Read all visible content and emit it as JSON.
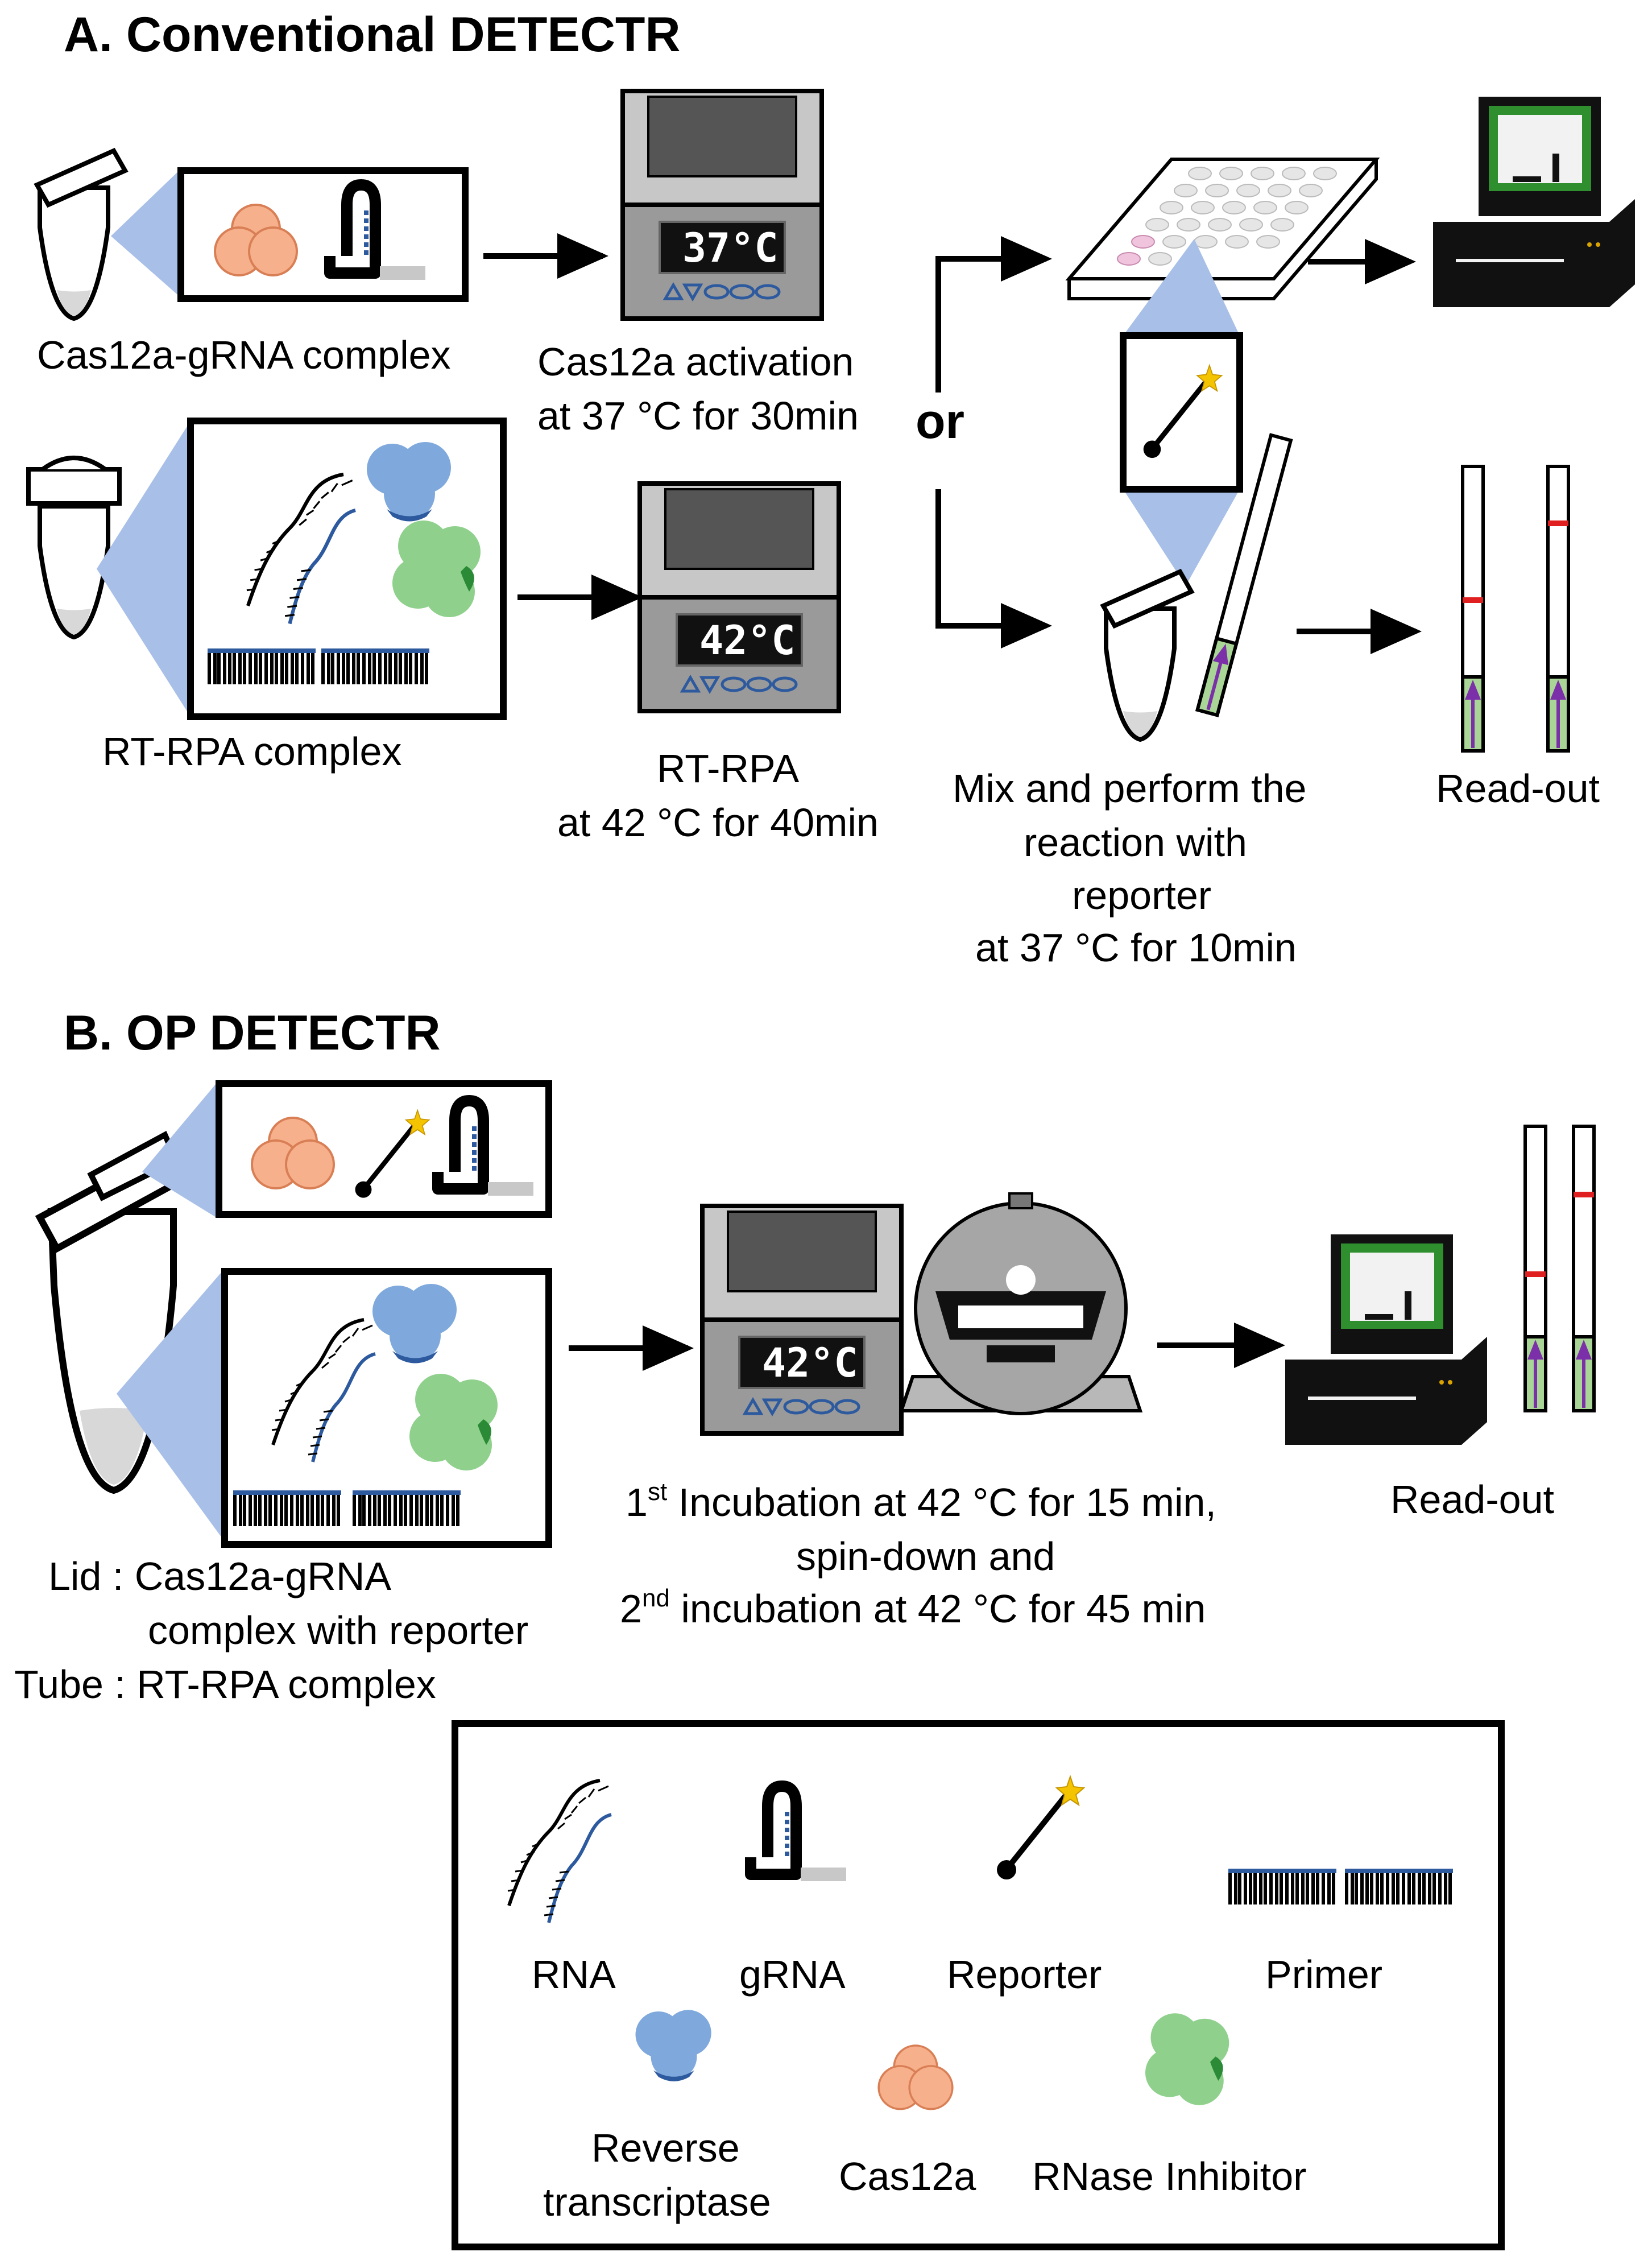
{
  "panel_a": {
    "title": "A. Conventional DETECTR",
    "cas_complex_label": "Cas12a-gRNA complex",
    "activation_line1": "Cas12a activation",
    "activation_line2": "at 37 °C for 30min",
    "or_label": "or",
    "rtrpa_complex_label": "RT-RPA complex",
    "rtrpa_line1": "RT-RPA",
    "rtrpa_line2": "at 42 °C for 40min",
    "mix_line1": "Mix and perform the",
    "mix_line2": "reaction with",
    "mix_line3": "reporter",
    "mix_line4": "at 37 °C for 10min",
    "readout_label": "Read-out",
    "display_37": "37°C",
    "display_42": "42°C"
  },
  "panel_b": {
    "title": "B. OP  DETECTR",
    "lid_line1": "Lid : Cas12a-gRNA",
    "lid_line2": "complex with reporter",
    "tube_line": "Tube : RT-RPA complex",
    "inc1_num": "1",
    "inc1_sup": "st",
    "inc1_rest": " Incubation at 42 °C for 15 min,",
    "spin_line": "spin-down and",
    "inc2_num": "2",
    "inc2_sup": "nd",
    "inc2_rest": " incubation at 42 °C for 45 min",
    "readout_label": "Read-out",
    "display_42": "42°C"
  },
  "legend": {
    "rna": "RNA",
    "grna": "gRNA",
    "reporter": "Reporter",
    "primer": "Primer",
    "rt_line1": "Reverse",
    "rt_line2": "transcriptase",
    "cas12a": "Cas12a",
    "rnase": "RNase Inhibitor"
  },
  "colors": {
    "cas12a": "#f7b08c",
    "reverse_transcriptase": "#7fa9dc",
    "rnase_inhibitor": "#8fd18c",
    "magnification": "#a8bfe8",
    "strip_green": "#a9d597",
    "strip_arrow": "#7b2fa8",
    "test_line": "#e02020",
    "monitor_frame": "#2f8f2f",
    "wells_pink": "#f0c4dc",
    "wells_gray": "#e6e6e6"
  }
}
